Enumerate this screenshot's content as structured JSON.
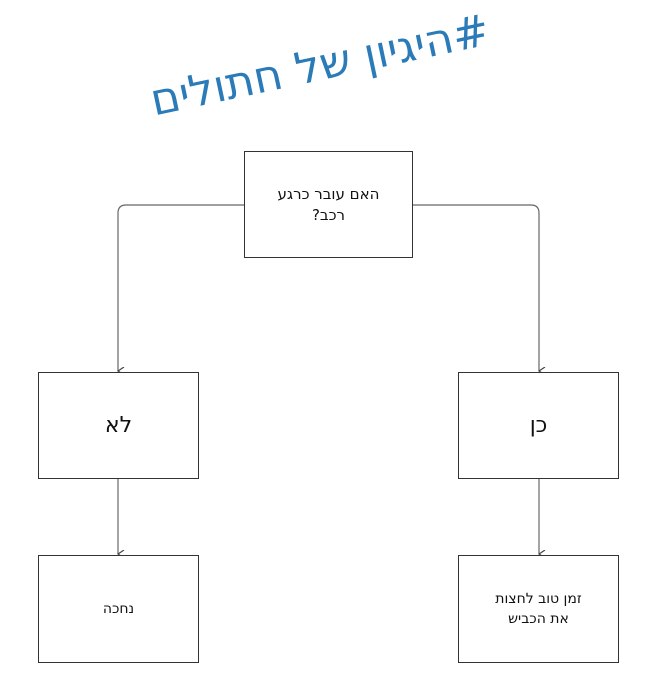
{
  "title": "#היגיון של חתולים",
  "nodes": {
    "question": "האם עובר כרגע רכב?",
    "no": "לא",
    "yes": "כן",
    "no_result": "נחכה",
    "yes_result": "זמן טוב לחצות את הכביש"
  },
  "colors": {
    "title": "#2b7bb9",
    "lines": "#555555"
  }
}
